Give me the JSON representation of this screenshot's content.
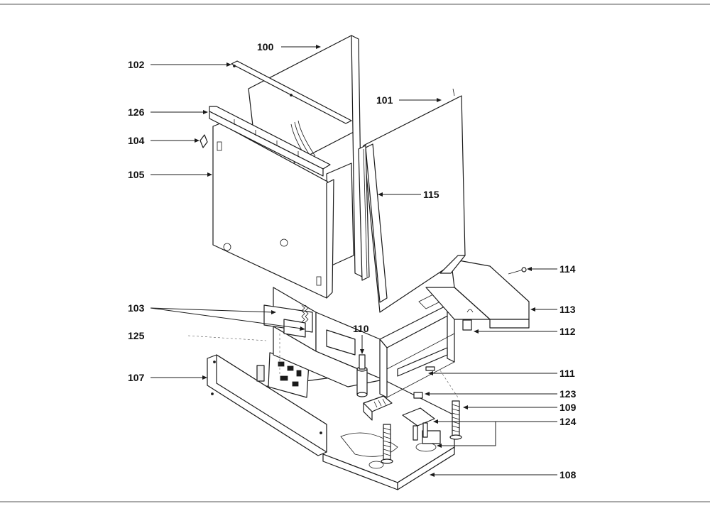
{
  "callouts": {
    "c100": "100",
    "c101": "101",
    "c102": "102",
    "c103": "103",
    "c104": "104",
    "c105": "105",
    "c107": "107",
    "c108": "108",
    "c109": "109",
    "c110": "110",
    "c111": "111",
    "c112": "112",
    "c113": "113",
    "c114": "114",
    "c115": "115",
    "c123": "123",
    "c124": "124",
    "c125": "125",
    "c126": "126"
  }
}
